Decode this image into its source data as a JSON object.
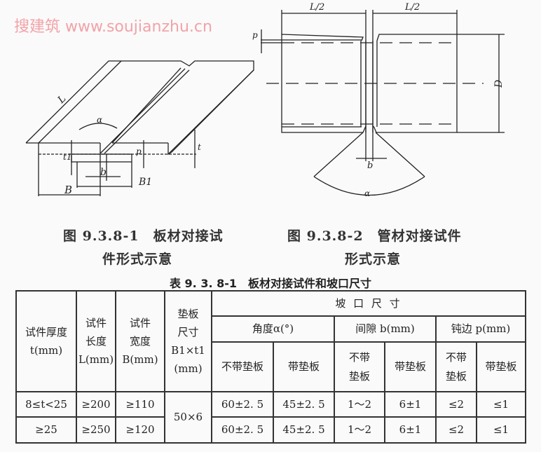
{
  "figure_left": {
    "labels": {
      "L": "L",
      "alpha": "α",
      "t1": "t1",
      "p": "p",
      "t": "t",
      "b": "b",
      "B": "B",
      "B1": "B1"
    },
    "caption_line1": "图 9.3.8-1　板材对接试",
    "caption_line2": "件形式示意"
  },
  "figure_right": {
    "labels": {
      "L2a": "L/2",
      "L2b": "L/2",
      "p": "p",
      "D": "D",
      "b": "b",
      "alpha": "α"
    },
    "caption_line1": "图 9.3.8-2　管材对接试件",
    "caption_line2": "形式示意"
  },
  "table": {
    "title": "表 9. 3. 8-1　板材对接试件和坡口尺寸",
    "headers": {
      "thickness": "试件厚度",
      "thickness_unit": "t(mm)",
      "length": "试件长度",
      "length_unit": "L(mm)",
      "width": "试件宽度",
      "width_unit": "B(mm)",
      "backing": "垫板尺寸",
      "backing_unit": "B1×t1",
      "backing_mm": "(mm)",
      "groove": "坡 口 尺 寸",
      "angle": "角度α(°)",
      "gap": "间隙 b(mm)",
      "blunt": "钝边 p(mm)",
      "no_backing": "不带垫板",
      "with_backing": "带垫板",
      "no_backing_wrapped": "不带垫板"
    },
    "backing_value": "50×6",
    "rows": [
      {
        "t": "8≤t<25",
        "L": "≥200",
        "B": "≥110",
        "angle_no": "60±2. 5",
        "angle_with": "45±2. 5",
        "gap_no": "1～2",
        "gap_with": "6±1",
        "p_no": "≤2",
        "p_with": "≤1"
      },
      {
        "t": "≥25",
        "L": "≥250",
        "B": "≥120",
        "angle_no": "60±2. 5",
        "angle_with": "45±2. 5",
        "gap_no": "1～2",
        "gap_with": "6±1",
        "p_no": "≤2",
        "p_with": "≤1"
      }
    ]
  },
  "watermark": "搜建筑 www.soujianzhu.cn"
}
